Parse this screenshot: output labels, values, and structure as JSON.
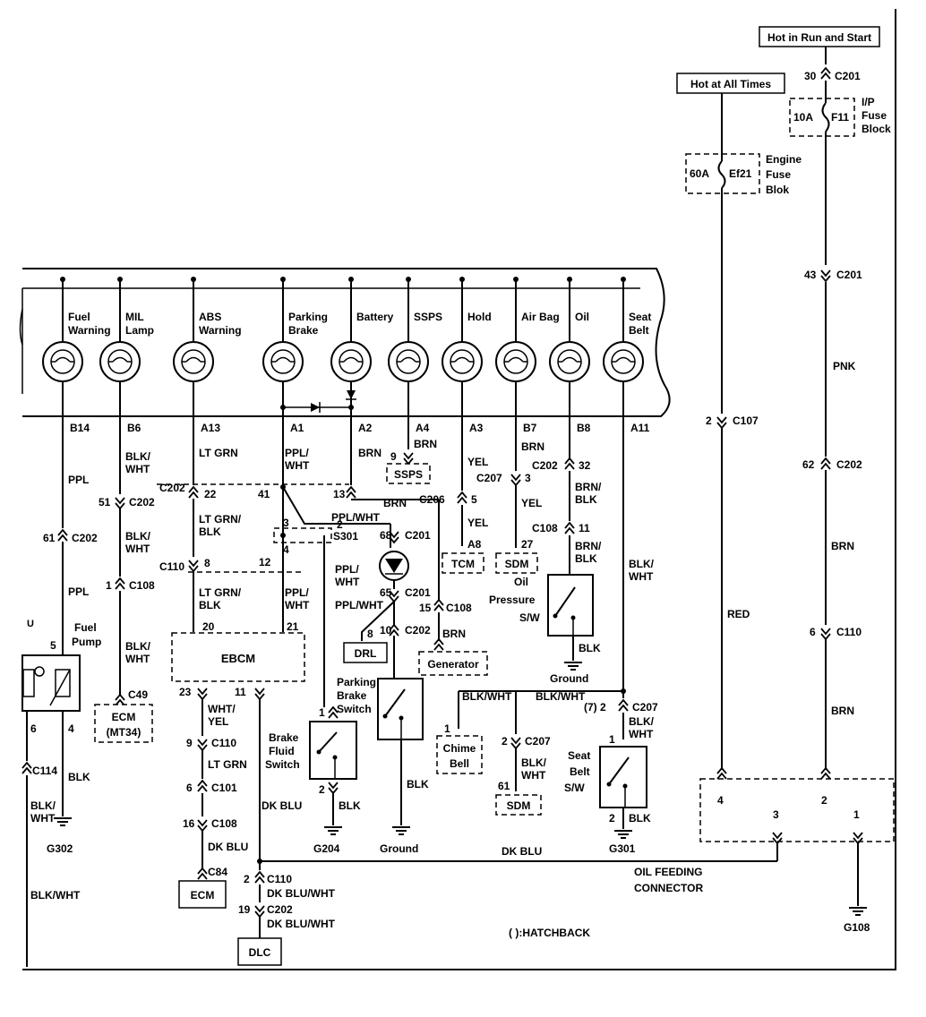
{
  "power": {
    "hot_run_start": "Hot in Run and Start",
    "hot_all_times": "Hot at All Times"
  },
  "fuses": {
    "f11_rating": "10A",
    "f11_name": "F11",
    "ip_fuse_block": [
      "I/P",
      "Fuse",
      "Block"
    ],
    "ef21_rating": "60A",
    "ef21_name": "Ef21",
    "engine_fuse_block": [
      "Engine",
      "Fuse",
      "Blok"
    ]
  },
  "lamps": [
    {
      "key": "fuel",
      "label": [
        "Fuel",
        "Warning"
      ],
      "pin": "B14"
    },
    {
      "key": "mil",
      "label": [
        "MIL",
        "Lamp"
      ],
      "pin": "B6"
    },
    {
      "key": "abs",
      "label": [
        "ABS",
        "Warning"
      ],
      "pin": "A13"
    },
    {
      "key": "parking",
      "label": [
        "Parking",
        "Brake"
      ],
      "pin": "A1"
    },
    {
      "key": "battery",
      "label": [
        "Battery"
      ],
      "pin": "A2"
    },
    {
      "key": "ssps",
      "label": [
        "SSPS"
      ],
      "pin": "A4"
    },
    {
      "key": "hold",
      "label": [
        "Hold"
      ],
      "pin": "A3"
    },
    {
      "key": "airbag",
      "label": [
        "Air Bag"
      ],
      "pin": "B7"
    },
    {
      "key": "oil",
      "label": [
        "Oil"
      ],
      "pin": "B8"
    },
    {
      "key": "seatbelt",
      "label": [
        "Seat",
        "Belt"
      ],
      "pin": "A11"
    }
  ],
  "components": {
    "ssps": "SSPS",
    "tcm": "TCM",
    "sdm1": "SDM",
    "sdm2": "SDM",
    "drl": "DRL",
    "generator": "Generator",
    "ebcm": "EBCM",
    "ecm_mt34": [
      "ECM",
      "(MT34)"
    ],
    "ecm": "ECM",
    "dlc": "DLC",
    "fuel_pump": [
      "Fuel",
      "Pump"
    ],
    "oil_pressure_sw": [
      "Oil",
      "Pressure",
      "S/W"
    ],
    "parking_brake_switch": [
      "Parking",
      "Brake",
      "Switch"
    ],
    "brake_fluid_switch": [
      "Brake",
      "Fluid",
      "Switch"
    ],
    "chime_bell": [
      "Chime",
      "Bell"
    ],
    "seat_belt_sw": [
      "Seat",
      "Belt",
      "S/W"
    ],
    "oil_feeding_connector": [
      "OIL FEEDING",
      "CONNECTOR"
    ],
    "hatchback_note": "( ):HATCHBACK"
  },
  "grounds": {
    "g302": "G302",
    "g204": "G204",
    "ground1": "Ground",
    "ground2": "Ground",
    "g301": "G301",
    "g108": "G108"
  },
  "connectors": {
    "c201_top": "C201",
    "c201_pin30": "30",
    "c201_mid": "C201",
    "c201_pin43": "43",
    "c107": "C107",
    "c107_pin": "2",
    "c202_right": "C202",
    "c202_right_pin": "62",
    "c110_right": "C110",
    "c110_right_pin": "6",
    "c202_fuel": "C202",
    "c202_fuel_pin": "61",
    "c202_mil": "C202",
    "c202_mil_pin": "51",
    "c108_mil": "C108",
    "c108_mil_pin": "1",
    "c202_abs": "C202",
    "c202_abs_pin": "22",
    "c202_pb_pin": "41",
    "c110_abs": "C110",
    "c110_abs_pin": "8",
    "c110_pb_pin": "12",
    "s301": "S301",
    "s301_pin3": "3",
    "s301_pin2": "2",
    "s301_pin4": "4",
    "c206_pin": "13",
    "c206": "C206",
    "c206_pin5": "5",
    "c201_68": "C201",
    "c201_68_pin": "68",
    "c201_65": "C201",
    "c201_65_pin": "65",
    "c202_10": "C202",
    "c202_10_pin": "10",
    "c108_gen": "C108",
    "c108_gen_pin": "15",
    "c207_sdm": "C207",
    "c207_sdm_pin": "3",
    "sdm1_pin": "27",
    "tcm_pin": "A8",
    "c202_oil": "C202",
    "c202_oil_pin": "32",
    "c108_oil": "C108",
    "c108_oil_pin": "11",
    "ebcm_pin20": "20",
    "ebcm_pin21": "21",
    "ebcm_pin23": "23",
    "ebcm_pin11": "11",
    "c110_ecm": "C110",
    "c110_ecm_pin": "9",
    "c101": "C101",
    "c101_pin": "6",
    "c108_ecm": "C108",
    "c108_ecm_pin": "16",
    "c84": "C84",
    "c110_dlc": "C110",
    "c110_dlc_pin": "2",
    "c202_dlc": "C202",
    "c202_dlc_pin": "19",
    "c49": "C49",
    "fuel_pump_pin5": "5",
    "fuel_pump_pin6": "6",
    "fuel_pump_pin4": "4",
    "c114": "C114",
    "brake_fluid_pin1": "1",
    "brake_fluid_pin2": "2",
    "drl_pin": "8",
    "ssps_pin": "9",
    "chime_pin": "1",
    "c207_chime": "C207",
    "c207_chime_pin": "2",
    "sdm2_pin": "61",
    "c207_seat": "C207",
    "c207_seat_pin": "(7) 2",
    "seat_belt_pin1": "1",
    "seat_belt_pin2": "2",
    "ofc_pin4": "4",
    "ofc_pin2": "2",
    "ofc_pin3": "3",
    "ofc_pin1": "1"
  },
  "wires": {
    "ppl": "PPL",
    "ppl2": "PPL",
    "blk_wht_mil": [
      "BLK/",
      "WHT"
    ],
    "blk_wht_mil2": [
      "BLK/",
      "WHT"
    ],
    "blk_wht_mil3": [
      "BLK/",
      "WHT"
    ],
    "lt_grn": "LT GRN",
    "lt_grn_blk": [
      "LT GRN/",
      "BLK"
    ],
    "lt_grn_blk2": [
      "LT GRN/",
      "BLK"
    ],
    "ppl_wht_a1": [
      "PPL/",
      "WHT"
    ],
    "ppl_wht_2": "PPL/WHT",
    "ppl_wht_3": [
      "PPL/",
      "WHT"
    ],
    "ppl_wht_4": [
      "PPL/",
      "WHT"
    ],
    "ppl_wht_5": "PPL/WHT",
    "brn_a2": "BRN",
    "brn_a4": "BRN",
    "brn_ssps": "BRN",
    "yel_a3": "YEL",
    "yel_2": "YEL",
    "brn_b7": "BRN",
    "yel_b7": "YEL",
    "brn_blk": [
      "BRN/",
      "BLK"
    ],
    "brn_blk2": [
      "BRN/",
      "BLK"
    ],
    "blk_wht_a11": [
      "BLK/",
      "WHT"
    ],
    "brn_gen": "BRN",
    "red": "RED",
    "pnk": "PNK",
    "brn_right": "BRN",
    "brn_right2": "BRN",
    "blk_oil": "BLK",
    "blk_wht_chime": "BLK/WHT",
    "blk_wht_seat_top": "BLK/WHT",
    "blk_wht_seat": [
      "BLK/",
      "WHT"
    ],
    "blk_wht_sdm2": [
      "BLK/",
      "WHT"
    ],
    "wht_yel": [
      "WHT/",
      "YEL"
    ],
    "lt_grn_ecm": "LT GRN",
    "dk_blu": "DK BLU",
    "dk_blu_ebcm": "DK BLU",
    "dk_blu_bottom": "DK BLU",
    "dk_blu_wht": "DK BLU/WHT",
    "dk_blu_wht2": "DK BLU/WHT",
    "blk_fp": "BLK",
    "blk_wht_fp": [
      "BLK/",
      "WHT"
    ],
    "blk_wht_bottom": "BLK/WHT",
    "blk_brake": "BLK",
    "blk_pb": "BLK",
    "blk_seat": "BLK"
  }
}
